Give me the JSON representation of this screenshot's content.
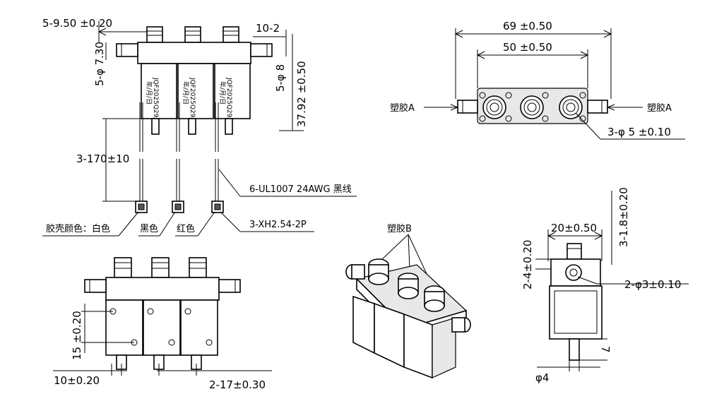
{
  "top_left_view": {
    "dim_ports": "5-9.50 ±0.20",
    "dim_side_dia": "5-φ 7.30",
    "dim_gap": "10-2",
    "dim_port_dia": "5-φ 8",
    "dim_height": "37.92 ±0.50",
    "dim_wire_len": "3-170±10",
    "coil_label_1": "JQF2025Q29/12",
    "coil_label_2": "年/月/日",
    "wire_spec": "6-UL1007 24AWG 黑线",
    "connector_spec": "3-XH2.54-2P",
    "shell_color": "胶壳颜色：白色",
    "black_label": "黑色",
    "red_label": "红色"
  },
  "top_right_view": {
    "dim_total": "69 ±0.50",
    "dim_inner": "50 ±0.50",
    "left_label": "塑胶A",
    "right_label": "塑胶A",
    "hole_dim": "3-φ 5 ±0.10"
  },
  "bottom_left_view": {
    "dim_vertical": "15 ±0.20",
    "dim_left": "10±0.20",
    "dim_pitch": "2-17±0.30"
  },
  "iso_view": {
    "label": "塑胶B"
  },
  "bottom_right_view": {
    "dim_width": "20±0.50",
    "dim_top": "3-1.8±0.20",
    "dim_left": "2-4±0.20",
    "dim_hole": "2-φ3±0.10",
    "dim_pin": "7",
    "dim_bottom": "φ4"
  }
}
